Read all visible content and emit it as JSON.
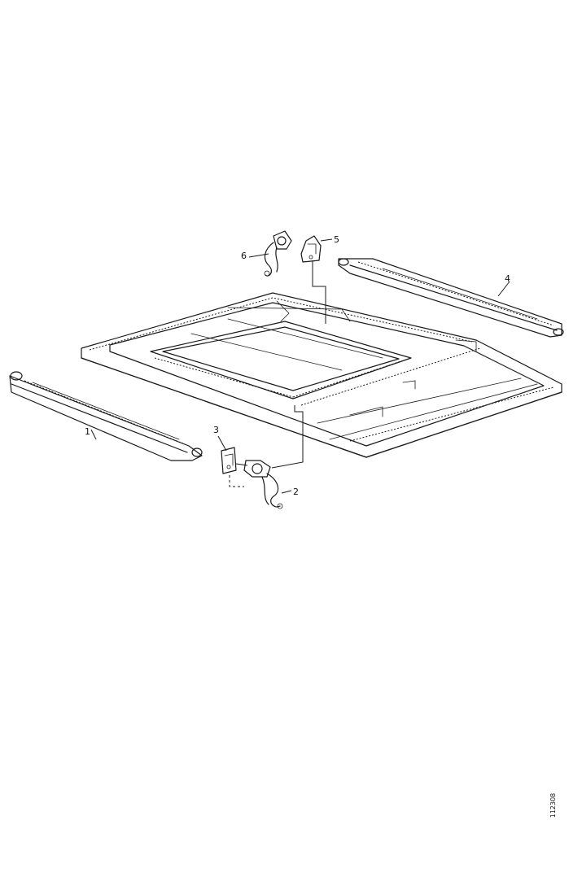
{
  "callouts": {
    "part1": "1",
    "part2": "2",
    "part3": "3",
    "part4": "4",
    "part5": "5",
    "part6": "6"
  },
  "reference_number": "112308"
}
